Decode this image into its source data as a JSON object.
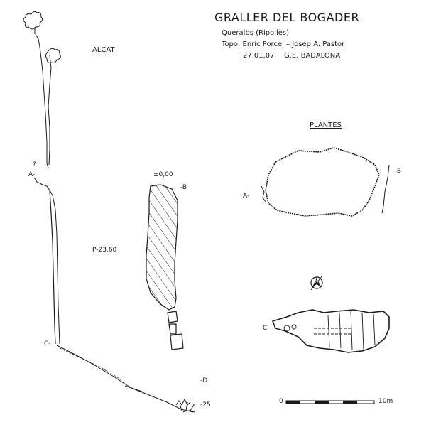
{
  "header": {
    "title": "GRALLER DEL BOGADER",
    "location": "Queralbs (Ripollès)",
    "topo": "Topo: Enric Porcel – Josep A. Pastor",
    "date": "27.01.07",
    "club": "G.E. BADALONA"
  },
  "elevation": {
    "title": "ALÇAT",
    "label_a": "A-",
    "label_c": "C-",
    "label_d": "-D",
    "depth_bottom": "-25",
    "pit": "P-23,60",
    "surface_level": "±0,00",
    "label_b": "-B",
    "question_mark": "?"
  },
  "plans": {
    "title": "PLANTES",
    "label_a": "A-",
    "label_b": "-B",
    "label_c": "C-"
  },
  "scale": {
    "start": "0",
    "end": "10m"
  },
  "north_arrow": {
    "letter": "N"
  },
  "colors": {
    "ink": "#1a1a1a",
    "paper": "#ffffff"
  }
}
